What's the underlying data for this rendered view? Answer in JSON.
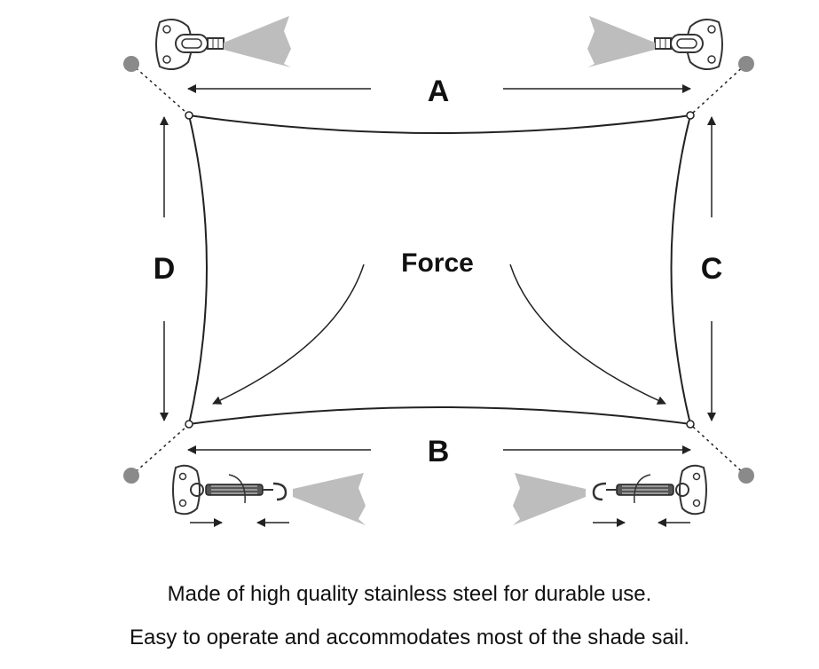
{
  "labels": {
    "a": "A",
    "b": "B",
    "c": "C",
    "d": "D",
    "force": "Force"
  },
  "captions": [
    "Made of high quality stainless steel for durable use.",
    "Easy to operate and accommodates most of the shade sail."
  ],
  "colors": {
    "line": "#222222",
    "anchor_point": "#8a8a8a",
    "wind_cone": "#bdbdbd",
    "hardware": "#333333"
  },
  "icons": {
    "top_left": "snap-hook-wall-plate-icon",
    "top_right": "snap-hook-wall-plate-icon",
    "bottom_left": "turnbuckle-wall-plate-icon",
    "bottom_right": "turnbuckle-wall-plate-icon"
  }
}
